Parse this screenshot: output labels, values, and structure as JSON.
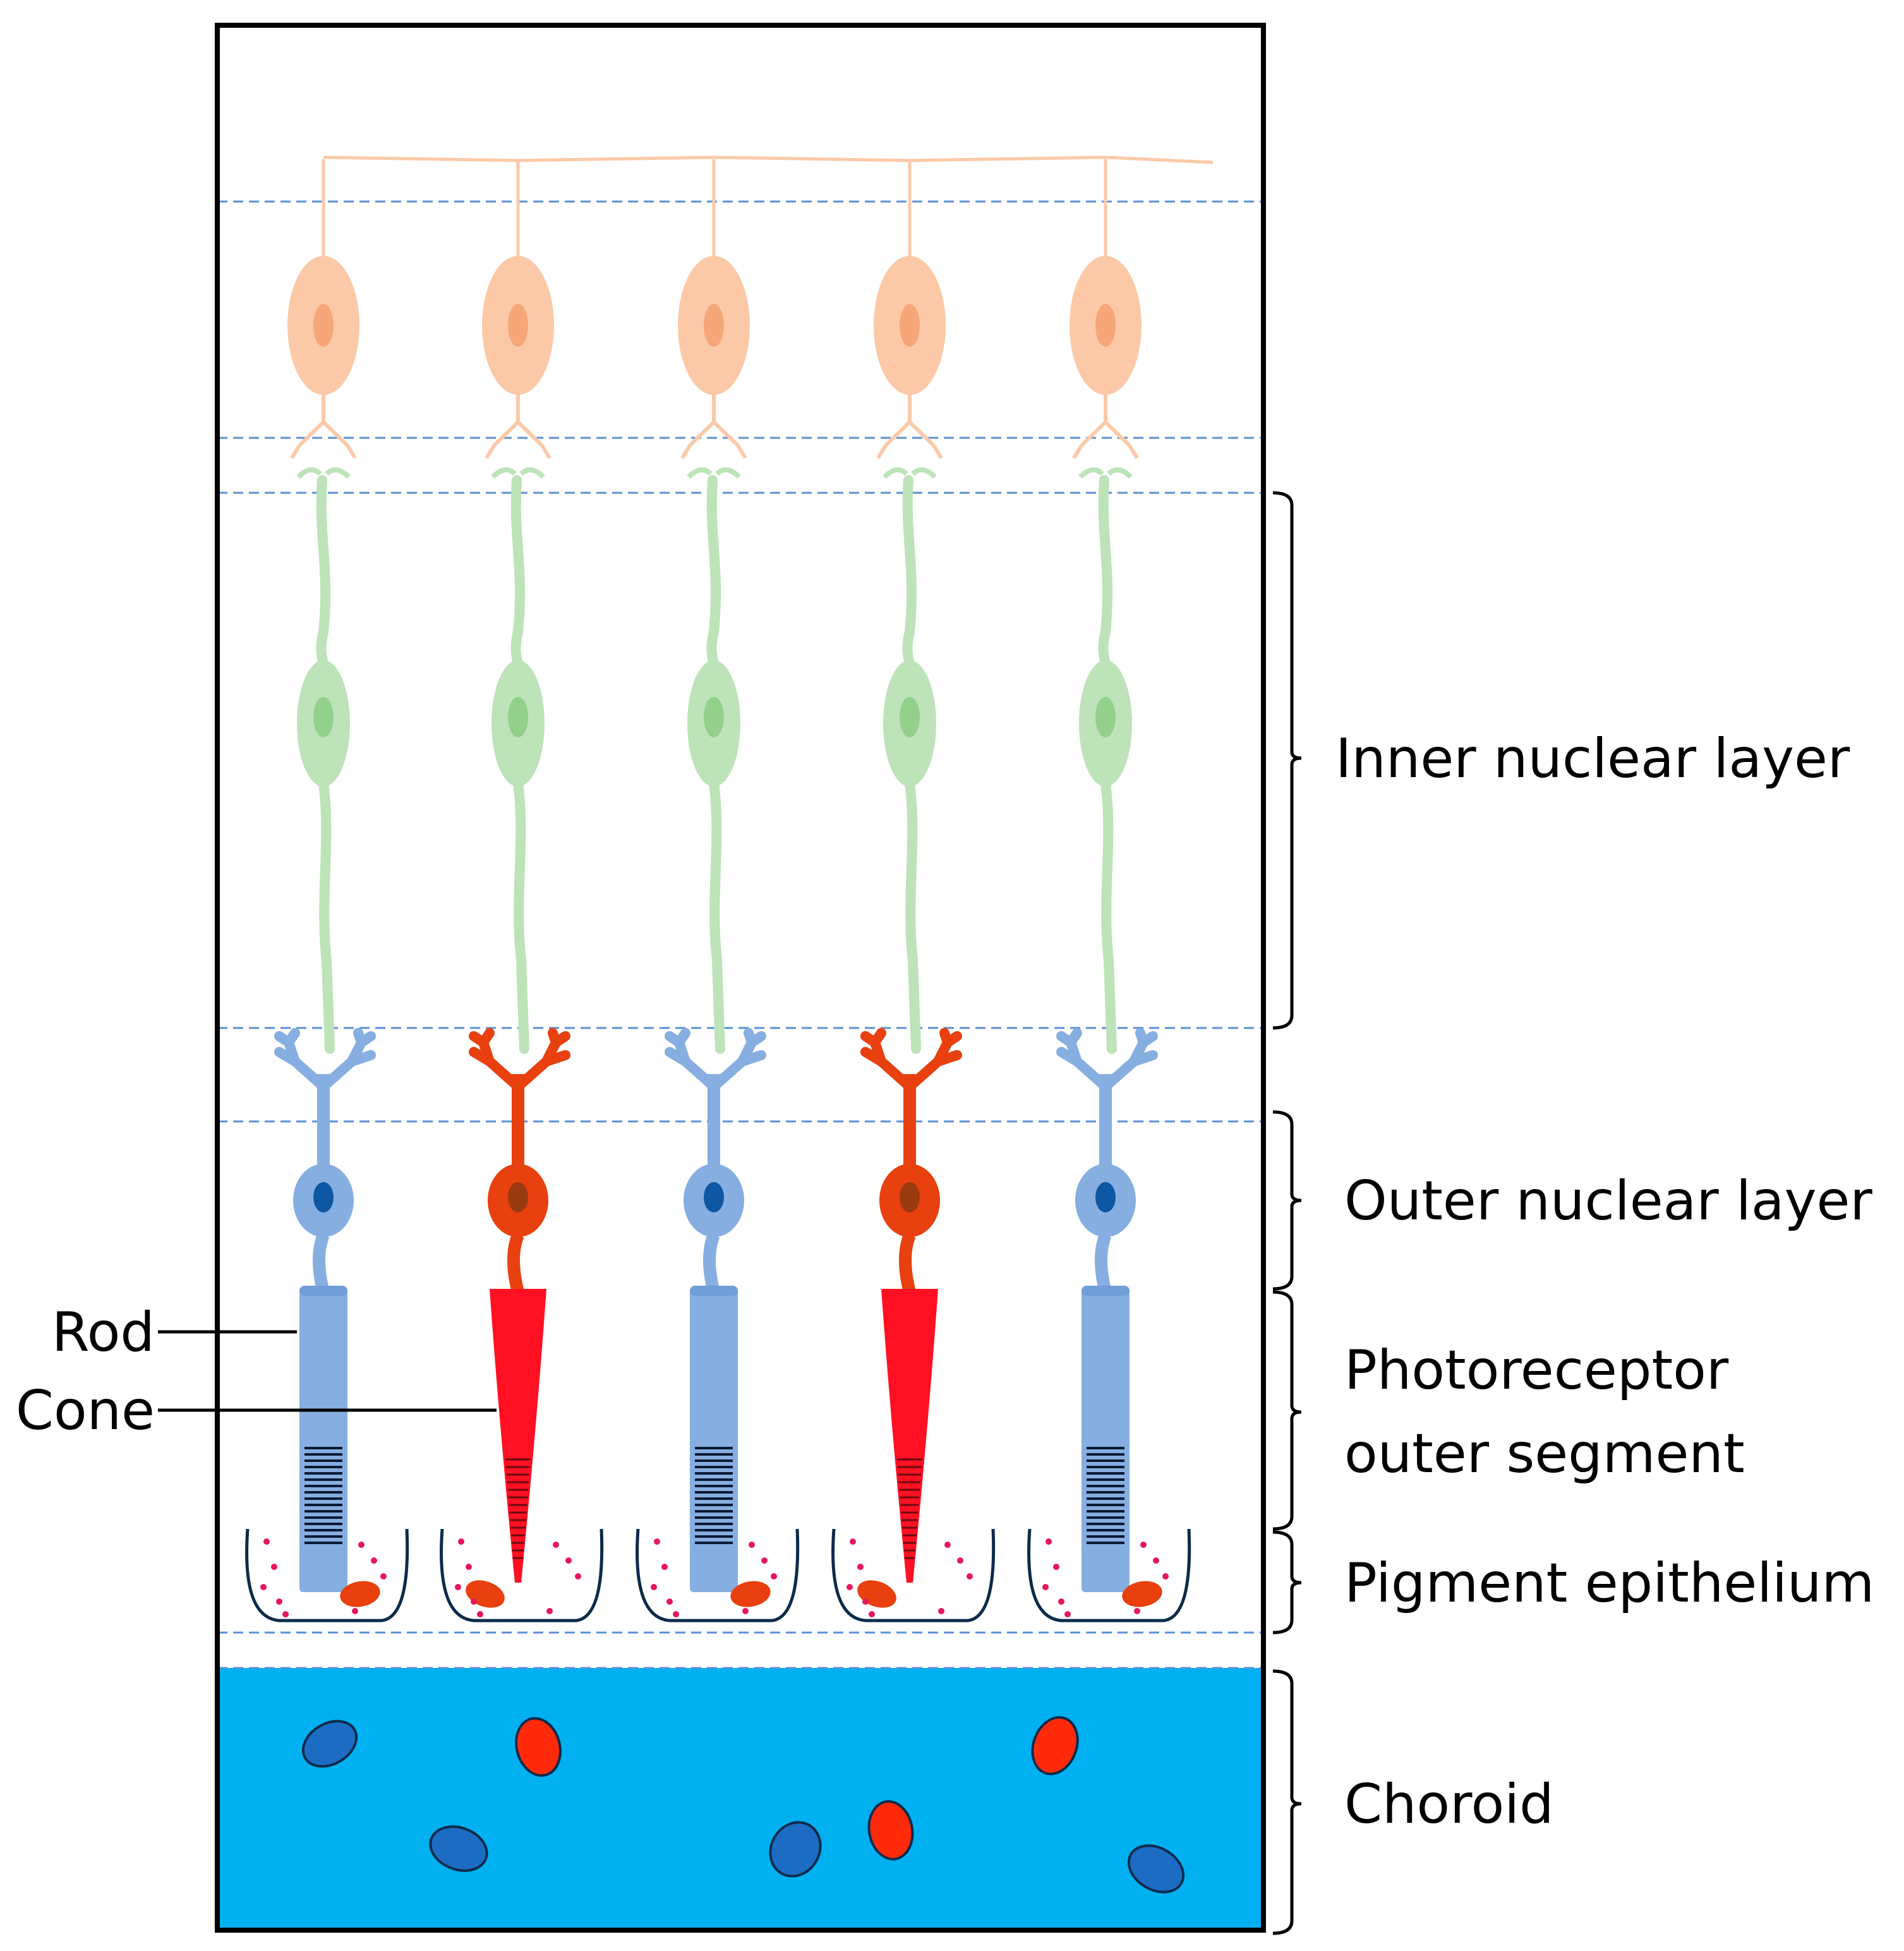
{
  "labels": {
    "inner_nuclear": "Inner nuclear layer",
    "outer_nuclear": "Outer nuclear layer",
    "photoreceptor_line1": "Photoreceptor",
    "photoreceptor_line2": "outer segment",
    "pigment": "Pigment epithelium",
    "choroid": "Choroid",
    "rod": "Rod",
    "cone": "Cone"
  },
  "cells": [
    "rod",
    "cone",
    "rod",
    "cone",
    "rod"
  ],
  "colors": {
    "ganglion": "#fbc9a8",
    "ganglion_nucleus": "#f7a678",
    "bipolar": "#bde3b8",
    "bipolar_nucleus": "#93d08c",
    "rod": "#86aee0",
    "rod_nucleus": "#0d57a3",
    "cone_body": "#e8400f",
    "cone_outer": "#ff1023",
    "cone_nucleus": "#9a3a10",
    "choroid": "#00b0f0",
    "dashed": "#5b8fd6",
    "epithelium_outline": "#0c2b4c",
    "pigment_granule": "#e8400f",
    "pigment_dot": "#e6175c"
  }
}
